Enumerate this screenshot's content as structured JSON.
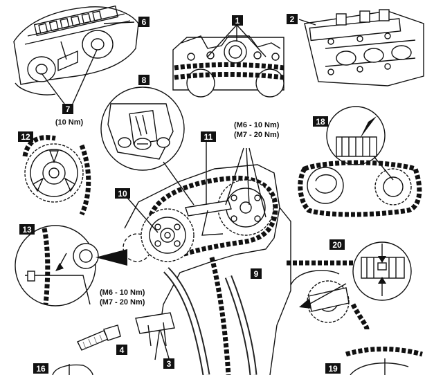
{
  "callouts": [
    {
      "id": "1",
      "label": "1"
    },
    {
      "id": "2",
      "label": "2"
    },
    {
      "id": "3",
      "label": "3"
    },
    {
      "id": "4",
      "label": "4"
    },
    {
      "id": "6",
      "label": "6"
    },
    {
      "id": "7",
      "label": "7"
    },
    {
      "id": "8",
      "label": "8"
    },
    {
      "id": "9",
      "label": "9"
    },
    {
      "id": "10",
      "label": "10"
    },
    {
      "id": "11",
      "label": "11"
    },
    {
      "id": "12",
      "label": "12"
    },
    {
      "id": "13",
      "label": "13"
    },
    {
      "id": "16",
      "label": "16"
    },
    {
      "id": "18",
      "label": "18"
    },
    {
      "id": "19",
      "label": "19"
    },
    {
      "id": "20",
      "label": "20"
    }
  ],
  "torque_specs": {
    "callout_7": "(10 Nm)",
    "camshaft_m6": "(M6 - 10 Nm)",
    "camshaft_m7": "(M7 - 20 Nm)",
    "sprocket_m6": "(M6 - 10 Nm)",
    "sprocket_m7": "(M7 - 20 Nm)"
  }
}
